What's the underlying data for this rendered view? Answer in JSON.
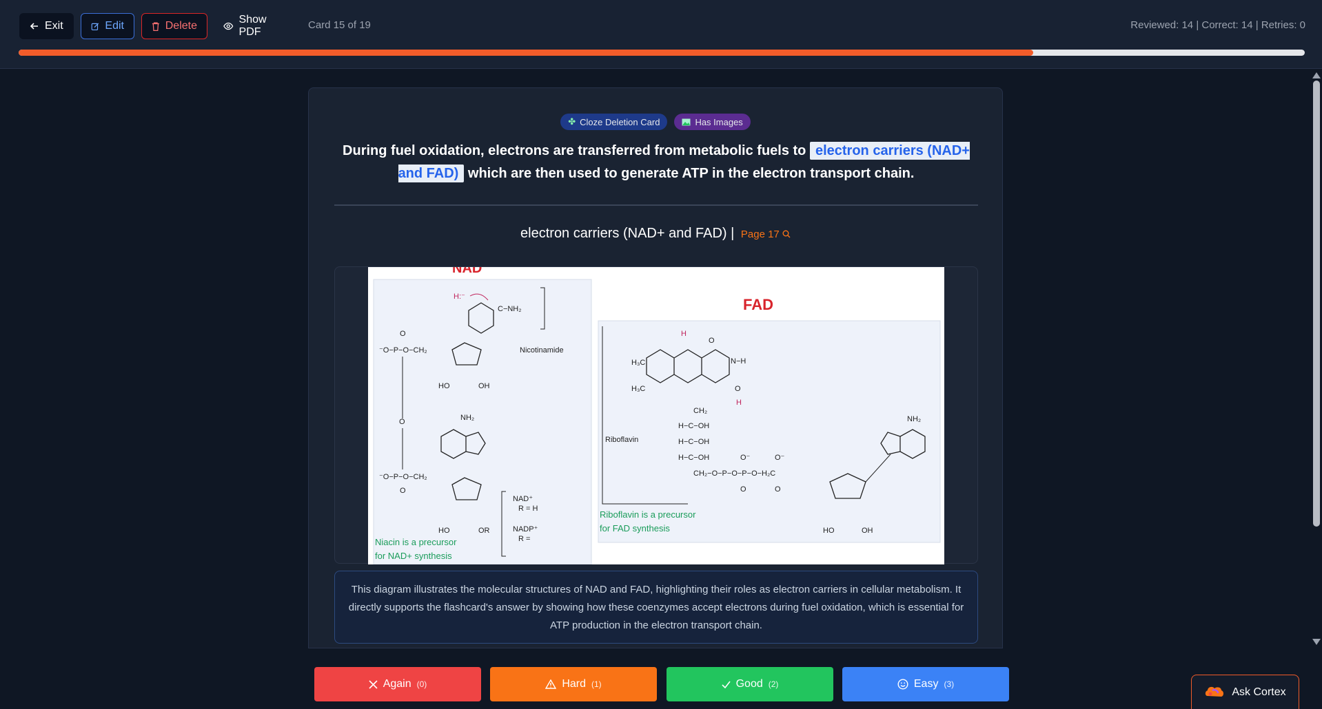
{
  "header": {
    "exit_label": "Exit",
    "edit_label": "Edit",
    "delete_label": "Delete",
    "show_pdf_label": "Show PDF",
    "card_counter": "Card 15 of 19",
    "stats": "Reviewed: 14 | Correct: 14 | Retries: 0",
    "progress_fraction": 0.789
  },
  "card": {
    "tag_cloze": "Cloze Deletion Card",
    "tag_images": "Has Images",
    "question_before": "During fuel oxidation, electrons are transferred from metabolic fuels to ",
    "cloze_answer": "electron carriers (NAD+ and FAD)",
    "question_after": " which are then used to generate ATP in the electron transport chain.",
    "answer_text": "electron carriers (NAD+ and FAD) |",
    "page_link": "Page 17",
    "diagram": {
      "nad_title": "NAD",
      "fad_title": "FAD",
      "nicotinamide": "Nicotinamide",
      "riboflavin": "Riboflavin",
      "niacin_note_1": "Niacin is a precursor",
      "niacin_note_2": "for NAD+ synthesis",
      "riboflavin_note_1": "Riboflavin is a precursor",
      "riboflavin_note_2": "for FAD synthesis",
      "nad_r": "NAD⁺",
      "nad_r_val": "R = H",
      "nadp_r": "NADP⁺",
      "nadp_r_val": "R ="
    },
    "caption": "This diagram illustrates the molecular structures of NAD and FAD, highlighting their roles as electron carriers in cellular metabolism. It directly supports the flashcard's answer by showing how these coenzymes accept electrons during fuel oxidation, which is essential for ATP production in the electron transport chain."
  },
  "answers": {
    "again_label": "Again",
    "again_count": "(0)",
    "hard_label": "Hard",
    "hard_count": "(1)",
    "good_label": "Good",
    "good_count": "(2)",
    "easy_label": "Easy",
    "easy_count": "(3)"
  },
  "cortex": {
    "label": "Ask Cortex"
  },
  "colors": {
    "accent": "#f25c2a",
    "again": "#ef4444",
    "hard": "#f97316",
    "good": "#22c55e",
    "easy": "#3b82f6"
  }
}
